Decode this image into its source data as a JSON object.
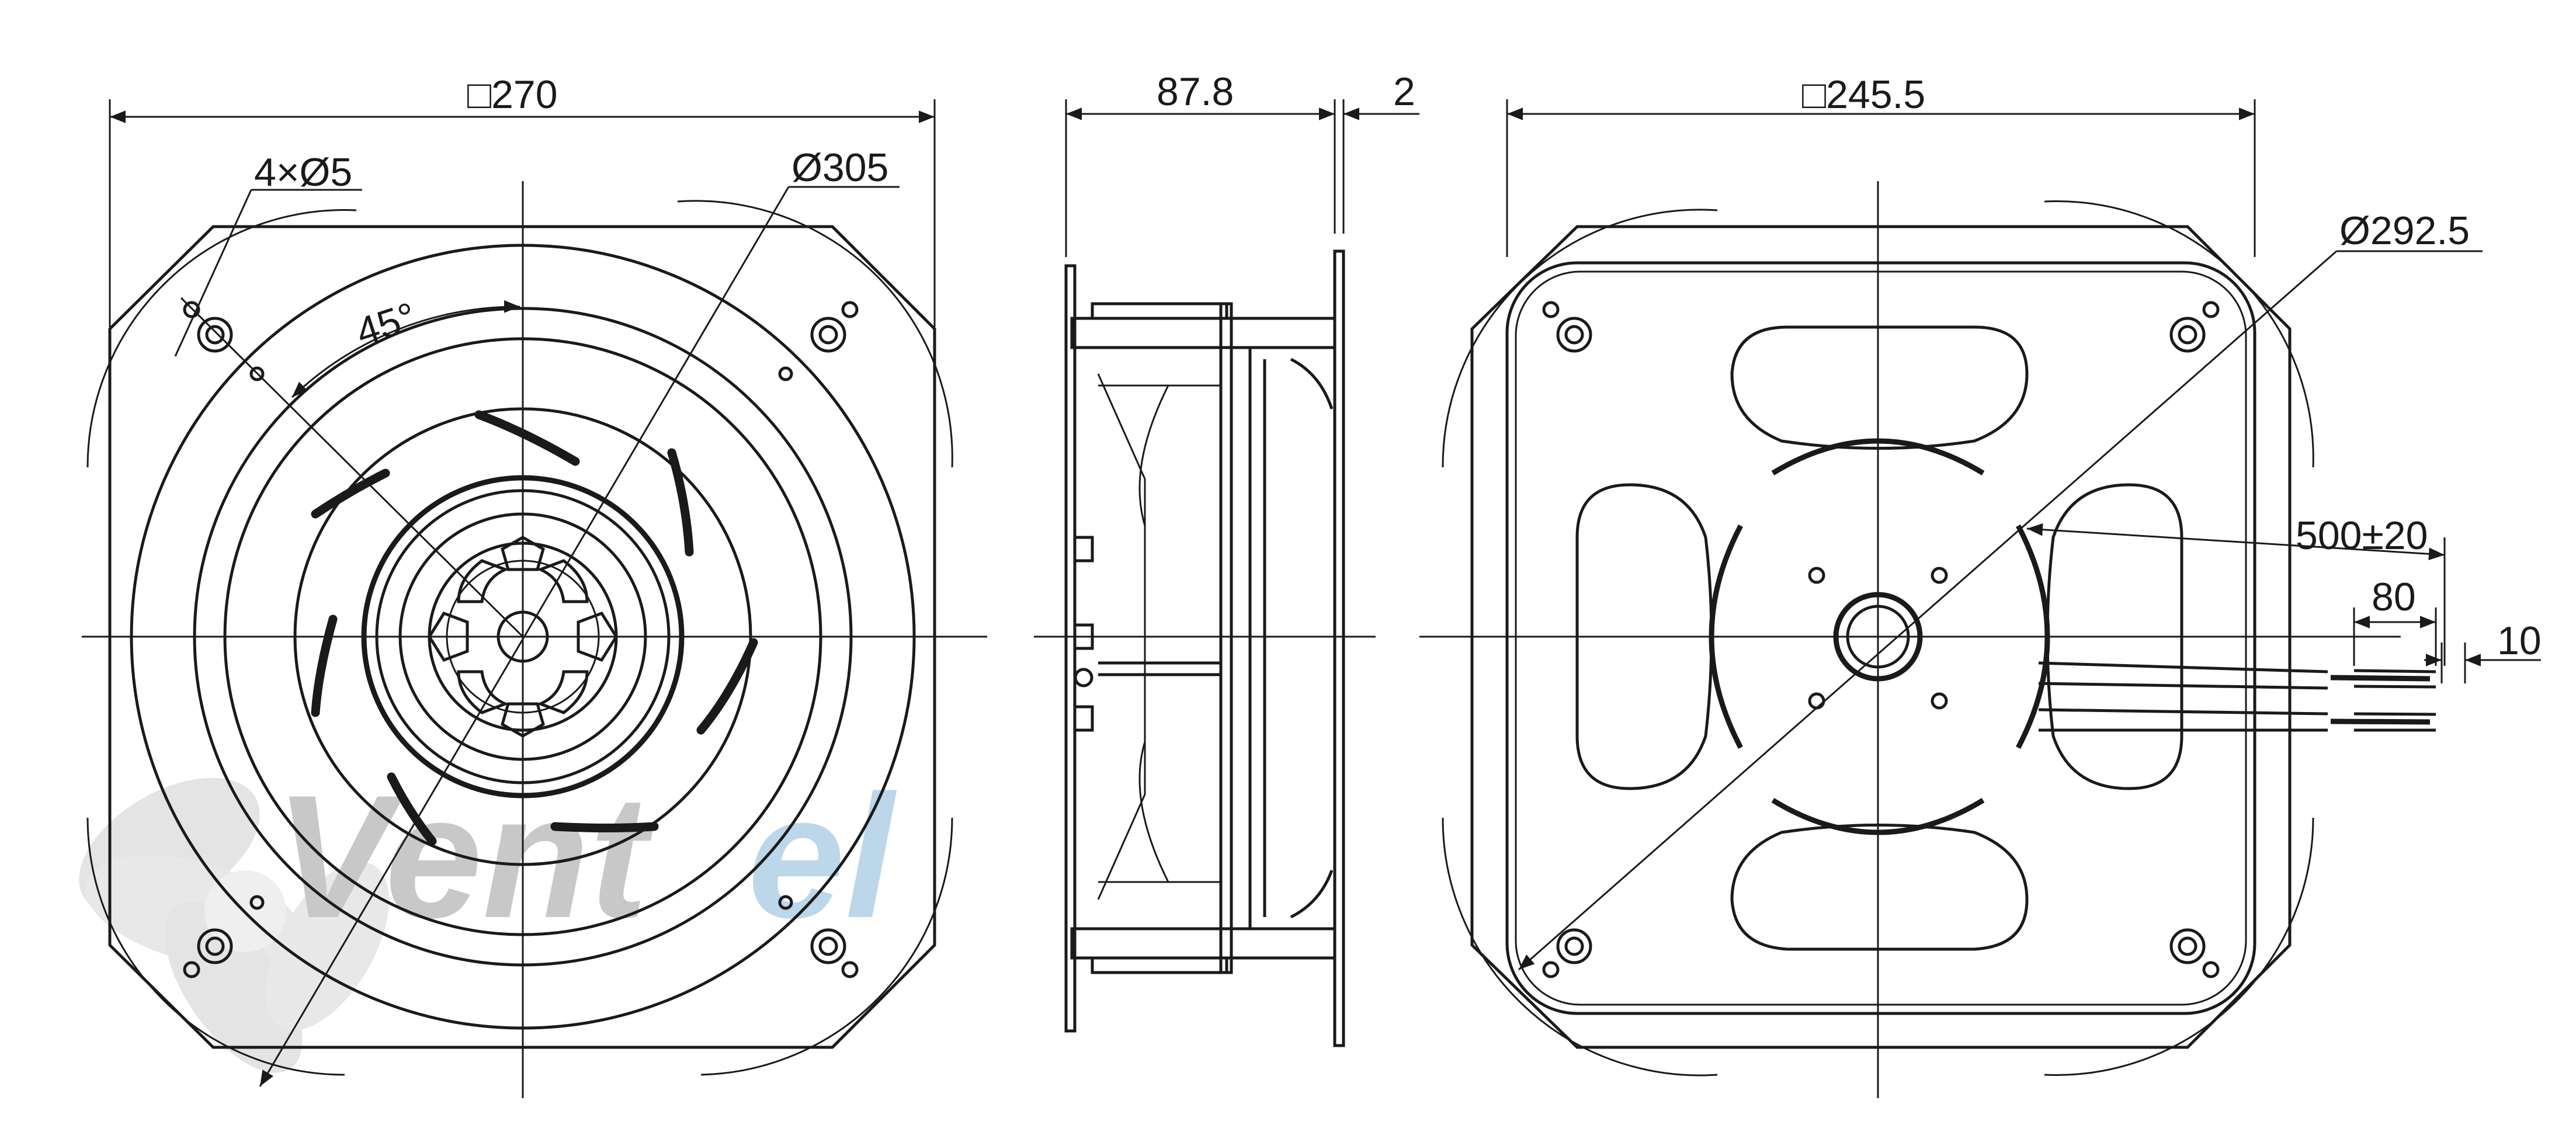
{
  "dimensions": {
    "front_width": "□270",
    "hole_spec": "4×Ø5",
    "impeller_diameter": "Ø305",
    "hole_angle": "45°",
    "depth": "87.8",
    "flange_thickness": "2",
    "rear_width": "□245.5",
    "rear_diameter": "Ø292.5",
    "cable_length": "500±20",
    "strip_length": "80",
    "wire_strip": "10"
  },
  "watermark": {
    "part1": "Vent",
    "part2": "el",
    "color_gray": "#c8c8c8",
    "color_blue": "#bcd6ea"
  },
  "line_color": "#1a1a1a"
}
